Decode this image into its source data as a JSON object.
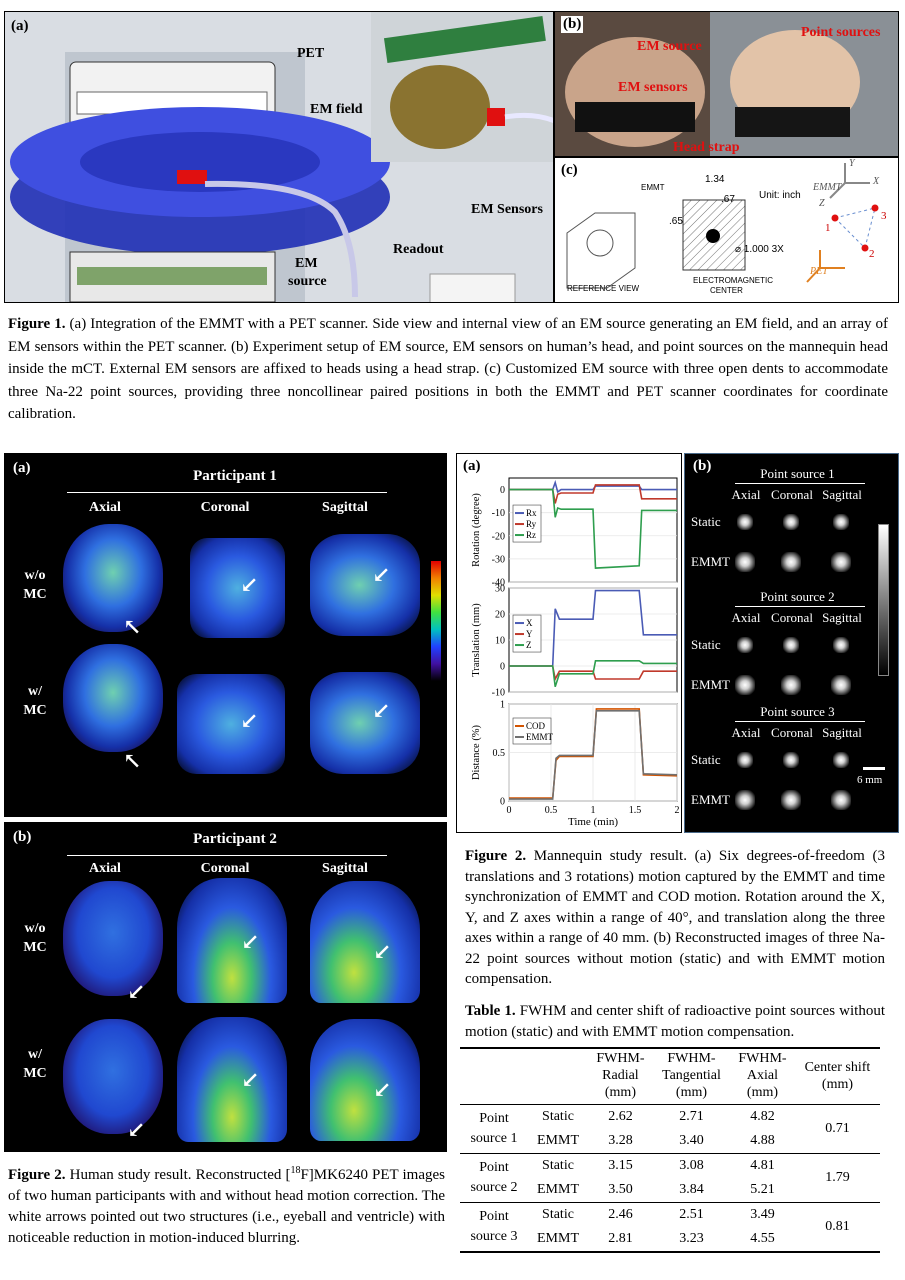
{
  "fig1": {
    "panel_a": "(a)",
    "panel_b": "(b)",
    "panel_c": "(c)",
    "labels": {
      "pet": "PET",
      "em_field": "EM field",
      "em_source_1": "EM",
      "em_source_2": "source",
      "em_sensors": "EM Sensors",
      "readout": "Readout",
      "b_em_source": "EM source",
      "b_em_sensors": "EM sensors",
      "b_head_strap": "Head strap",
      "b_point_sources": "Point sources",
      "c_emmt_small": "EMMT",
      "c_dim_134": "1.34",
      "c_dim_67": ".67",
      "c_dim_65": ".65",
      "c_unit": "Unit: inch",
      "c_dia": "⌀ 1.000 3X",
      "c_ref_view": "REFERENCE VIEW",
      "c_em_center_1": "ELECTROMAGNETIC",
      "c_em_center_2": "CENTER",
      "c_emmt": "EMMT",
      "c_pet": "PET",
      "c_x": "X",
      "c_y": "Y",
      "c_z": "Z",
      "c_pt1": "1",
      "c_pt2": "2",
      "c_pt3": "3"
    },
    "caption_bold": "Figure 1.",
    "caption_text": " (a) Integration of the EMMT with a PET scanner. Side view and internal view of an EM source generating an EM field, and an array of EM sensors within the PET scanner. (b) Experiment setup of EM source, EM sensors on human’s head, and point sources on the mannequin head inside the mCT. External EM sensors are affixed to heads using a head strap. (c) Customized EM source with three open dents to accommodate three Na-22 point sources, providing three noncollinear paired positions in both the EMMT and PET scanner coordinates for coordinate calibration."
  },
  "human": {
    "panel_a": "(a)",
    "panel_b": "(b)",
    "p1_title": "Participant 1",
    "p2_title": "Participant  2",
    "cols": [
      "Axial",
      "Coronal",
      "Sagittal"
    ],
    "row1_l1": "w/o",
    "row1_l2": "MC",
    "row2_l1": "w/",
    "row2_l2": "MC",
    "caption_bold": "Figure 2.",
    "caption_pre": "  Human study result. Reconstructed [",
    "caption_sup": "18",
    "caption_post": "F]MK6240 PET images of two human participants with and without head motion correction. The white arrows pointed out two structures (i.e., eyeball and ventricle) with noticeable reduction in motion-induced blurring."
  },
  "mannequin": {
    "panel_a": "(a)",
    "panel_b": "(b)",
    "point_sources": [
      "Point source 1",
      "Point source 2",
      "Point source 3"
    ],
    "cols": [
      "Axial",
      "Coronal",
      "Sagittal"
    ],
    "rows": [
      "Static",
      "EMMT"
    ],
    "scale": "6 mm",
    "caption_bold": "Figure 2.",
    "caption_text": " Mannequin study result. (a) Six degrees-of-freedom (3 translations and 3 rotations) motion captured by the EMMT and time synchronization of EMMT and COD motion. Rotation around the X, Y, and Z axes within a range of 40°, and translation along the three axes within a range of 40 mm. (b) Reconstructed images of three Na-22 point sources without motion (static) and with EMMT motion compensation."
  },
  "table1": {
    "caption_bold": "Table 1.",
    "caption_text": " FWHM and center shift of radioactive  point sources without motion (static) and with EMMT motion compensation.",
    "headers": [
      "FWHM-Radial (mm)",
      "FWHM-Tangential (mm)",
      "FWHM-Axial (mm)",
      "Center shift (mm)"
    ],
    "h1": [
      "FWHM-",
      "Radial",
      "(mm)"
    ],
    "h2": [
      "FWHM-",
      "Tangential",
      "(mm)"
    ],
    "h3": [
      "FWHM-",
      "Axial",
      "(mm)"
    ],
    "h4": [
      "Center shift",
      "(mm)"
    ],
    "groups": [
      {
        "l1": "Point",
        "l2": "source 1",
        "rows": [
          [
            "Static",
            "2.62",
            "2.71",
            "4.82"
          ],
          [
            "EMMT",
            "3.28",
            "3.40",
            "4.88"
          ]
        ],
        "shift": "0.71"
      },
      {
        "l1": "Point",
        "l2": "source 2",
        "rows": [
          [
            "Static",
            "3.15",
            "3.08",
            "4.81"
          ],
          [
            "EMMT",
            "3.50",
            "3.84",
            "5.21"
          ]
        ],
        "shift": "1.79"
      },
      {
        "l1": "Point",
        "l2": "source 3",
        "rows": [
          [
            "Static",
            "2.46",
            "2.51",
            "3.49"
          ],
          [
            "EMMT",
            "2.81",
            "3.23",
            "4.55"
          ]
        ],
        "shift": "0.81"
      }
    ]
  },
  "chart_data": [
    {
      "type": "line",
      "ylabel": "Rotation (degree)",
      "xlim": [
        0,
        2
      ],
      "ylim": [
        -40,
        5
      ],
      "yticks": [
        0,
        -10,
        -20,
        -30,
        -40
      ],
      "series": [
        {
          "name": "Rx",
          "color": "#4a5bb5",
          "x": [
            0,
            0.52,
            0.55,
            0.58,
            0.62,
            1.0,
            1.03,
            1.55,
            1.58,
            2.0
          ],
          "y": [
            0,
            0,
            3,
            -1,
            0,
            0,
            1.5,
            1.5,
            0,
            0
          ]
        },
        {
          "name": "Ry",
          "color": "#c0392b",
          "x": [
            0,
            0.52,
            0.55,
            0.58,
            0.62,
            1.0,
            1.03,
            1.55,
            1.58,
            2.0
          ],
          "y": [
            0,
            0,
            -6,
            -2,
            -1.5,
            -1.5,
            2,
            2,
            -4,
            -4
          ]
        },
        {
          "name": "Rz",
          "color": "#2e9e4e",
          "x": [
            0,
            0.52,
            0.55,
            0.58,
            0.62,
            1.0,
            1.03,
            1.55,
            1.58,
            2.0
          ],
          "y": [
            0,
            0,
            -12,
            -8,
            -8.5,
            -8.5,
            -34,
            -33,
            -9,
            -9
          ]
        }
      ]
    },
    {
      "type": "line",
      "ylabel": "Translation (mm)",
      "xlim": [
        0,
        2
      ],
      "ylim": [
        -10,
        30
      ],
      "yticks": [
        30,
        20,
        10,
        0,
        -10
      ],
      "series": [
        {
          "name": "X",
          "color": "#4a5bb5",
          "x": [
            0,
            0.52,
            0.55,
            0.6,
            1.0,
            1.03,
            1.55,
            1.6,
            2.0
          ],
          "y": [
            0,
            0,
            22,
            18,
            18,
            29,
            29,
            12,
            12
          ]
        },
        {
          "name": "Y",
          "color": "#c0392b",
          "x": [
            0,
            0.52,
            0.55,
            0.6,
            1.0,
            1.03,
            1.55,
            1.6,
            2.0
          ],
          "y": [
            0,
            0,
            -5,
            -2,
            -2,
            -5,
            -5,
            -2,
            -2
          ]
        },
        {
          "name": "Z",
          "color": "#2e9e4e",
          "x": [
            0,
            0.52,
            0.55,
            0.6,
            1.0,
            1.03,
            1.55,
            1.6,
            2.0
          ],
          "y": [
            0,
            0,
            -8,
            -3,
            -3,
            2,
            2,
            1,
            1
          ]
        }
      ]
    },
    {
      "type": "line",
      "ylabel": "Distance (%)",
      "xlabel": "Time (min)",
      "xlim": [
        0,
        2
      ],
      "ylim": [
        0,
        1
      ],
      "xticks": [
        0,
        0.5,
        1,
        1.5,
        2
      ],
      "yticks": [
        0,
        0.5,
        1
      ],
      "series": [
        {
          "name": "COD",
          "color": "#d35400",
          "x": [
            0,
            0.52,
            0.56,
            0.6,
            1.0,
            1.04,
            1.55,
            1.6,
            2.0
          ],
          "y": [
            0.03,
            0.03,
            0.42,
            0.46,
            0.46,
            0.95,
            0.95,
            0.27,
            0.26
          ]
        },
        {
          "name": "EMMT",
          "color": "#707070",
          "x": [
            0,
            0.52,
            0.56,
            0.6,
            1.0,
            1.04,
            1.55,
            1.6,
            2.0
          ],
          "y": [
            0.02,
            0.02,
            0.44,
            0.47,
            0.47,
            0.93,
            0.93,
            0.28,
            0.27
          ]
        }
      ],
      "legend": "top-left"
    }
  ]
}
